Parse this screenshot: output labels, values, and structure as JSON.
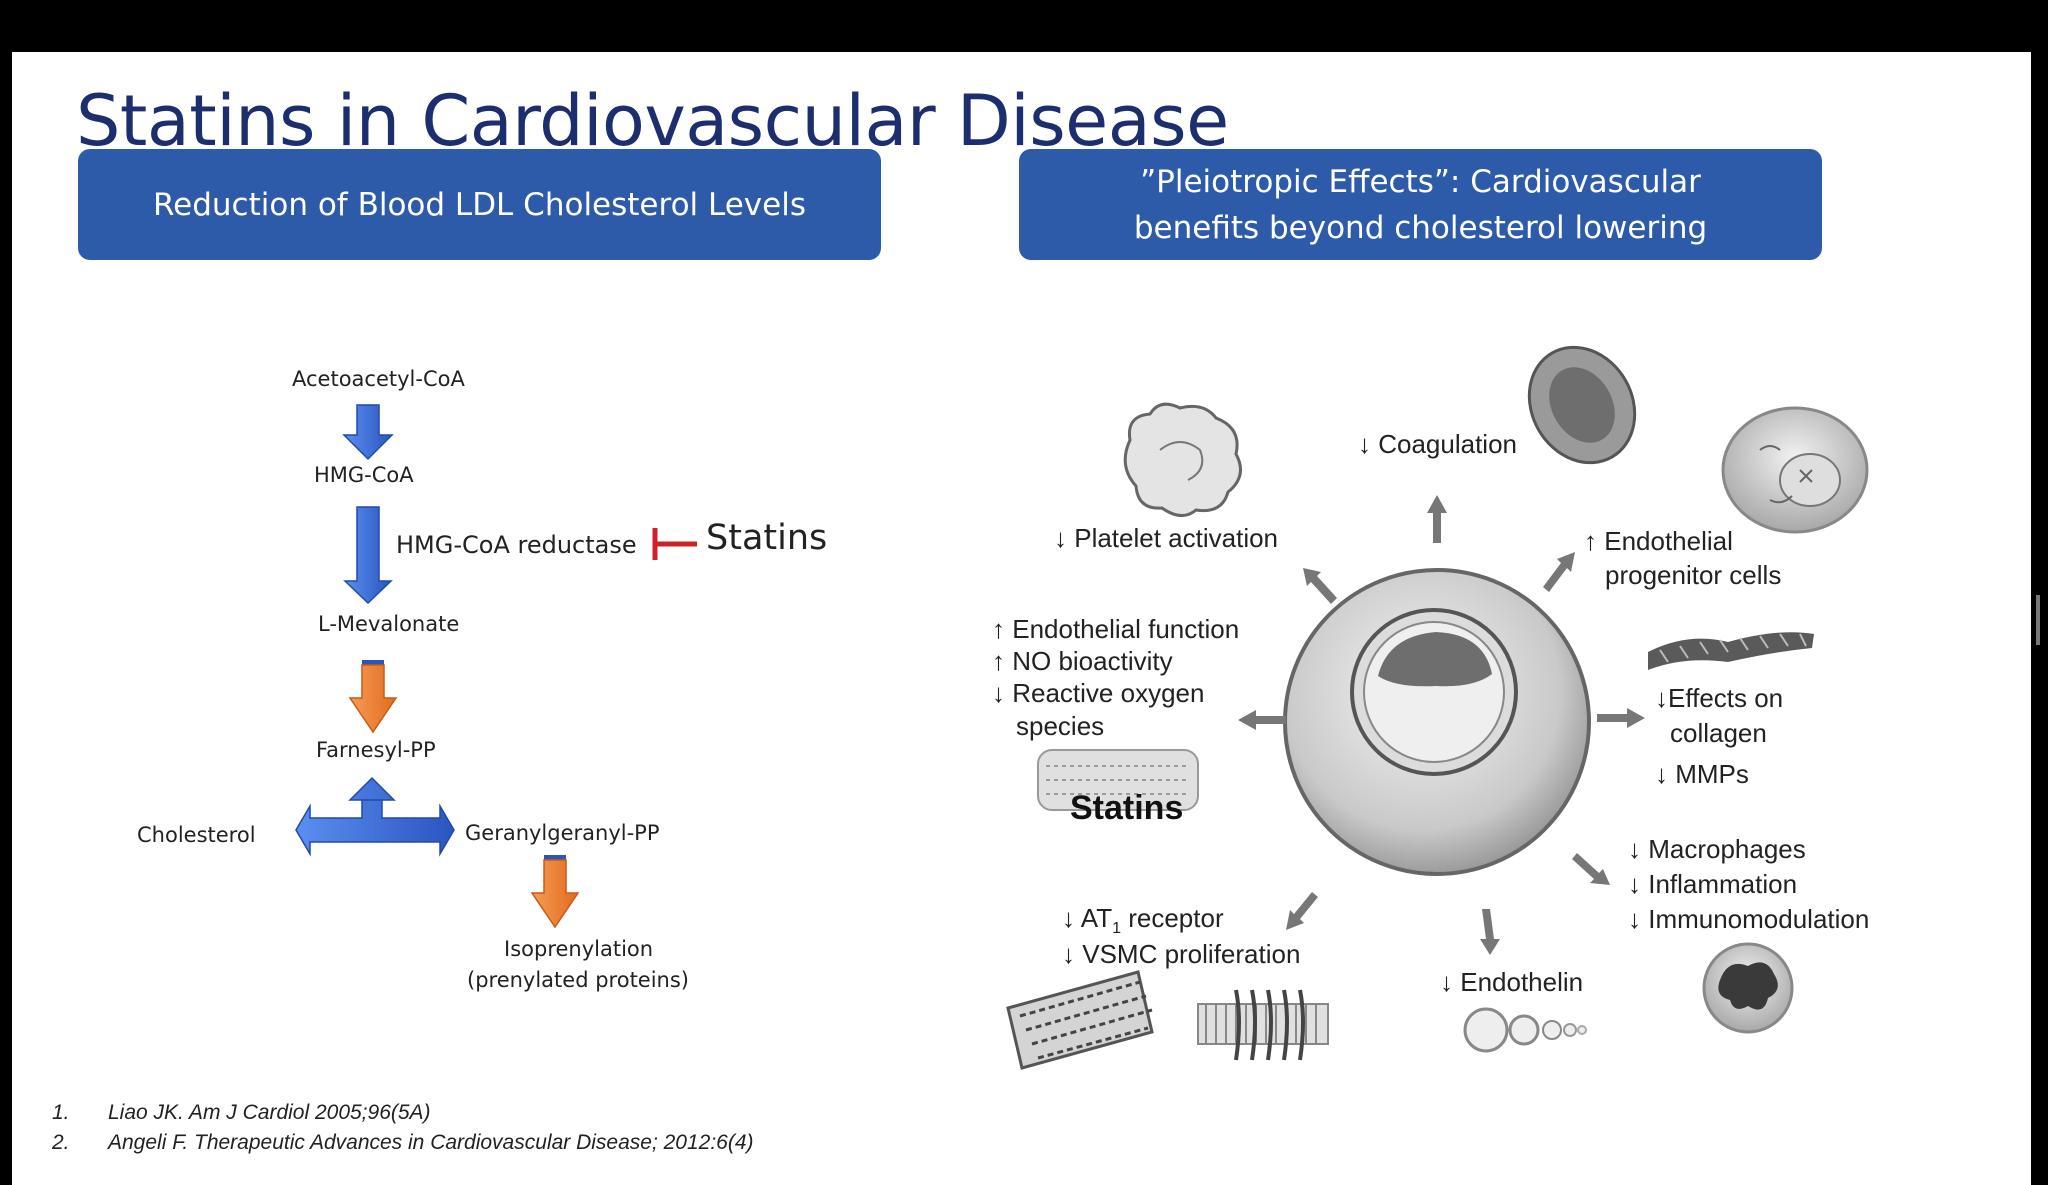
{
  "title": "Statins in Cardiovascular Disease",
  "left_banner": "Reduction of Blood LDL Cholesterol Levels",
  "right_banner": {
    "line1": "”Pleiotropic Effects”: Cardiovascular",
    "line2": "benefits beyond cholesterol lowering"
  },
  "pathway": {
    "acetoacetyl": "Acetoacetyl-CoA",
    "hmgcoa": "HMG-CoA",
    "reductase": "HMG-CoA reductase",
    "statins": "Statins",
    "mevalonate": "L-Mevalonate",
    "farnesyl": "Farnesyl-PP",
    "cholesterol": "Cholesterol",
    "geranyl": "Geranylgeranyl-PP",
    "isoprenylation": "Isoprenylation",
    "prenylated": "(prenylated proteins)"
  },
  "center_label": "Statins",
  "effects": {
    "coagulation": "↓ Coagulation",
    "platelet": "↓ Platelet activation",
    "endo_prog_1": "↑ Endothelial",
    "endo_prog_2": "progenitor cells",
    "endo_func": "↑ Endothelial function",
    "no_bio": "↑ NO bioactivity",
    "ros_1": "↓ Reactive oxygen",
    "ros_2": "species",
    "collagen_1": "↓Effects on",
    "collagen_2": "collagen",
    "mmps": "↓ MMPs",
    "macrophages": "↓ Macrophages",
    "inflammation": "↓ Inflammation",
    "immuno": "↓ Immunomodulation",
    "at1_prefix": "↓ AT",
    "at1_sub": "1",
    "at1_suffix": " receptor",
    "vsmc": "↓ VSMC proliferation",
    "endothelin": "↓ Endothelin"
  },
  "references": [
    {
      "num": "1.",
      "text": "Liao JK. Am J Cardiol 2005;96(5A)"
    },
    {
      "num": "2.",
      "text": "Angeli F. Therapeutic Advances in Cardiovascular Disease; 2012:6(4)"
    }
  ],
  "colors": {
    "title": "#1c2e6e",
    "banner": "#2d5baa",
    "blue_arrow": "#3d6fd8",
    "orange_arrow": "#ef7d32",
    "inhibit": "#d0202a"
  }
}
